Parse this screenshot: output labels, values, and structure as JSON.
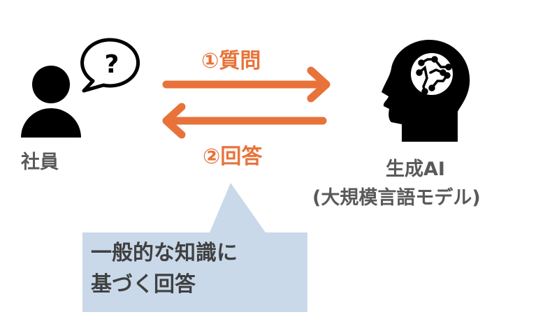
{
  "employee": {
    "label": "社員",
    "bubble_text": "?"
  },
  "ai": {
    "label_line1": "生成AI",
    "label_line2": "(大規模言語モデル)"
  },
  "arrows": {
    "question_label": "①質問",
    "answer_label": "②回答"
  },
  "callout": {
    "line1": "一般的な知識に",
    "line2": "基づく回答"
  },
  "colors": {
    "accent": "#e8733a",
    "callout_bg": "#c9d9ea",
    "text": "#595959"
  }
}
